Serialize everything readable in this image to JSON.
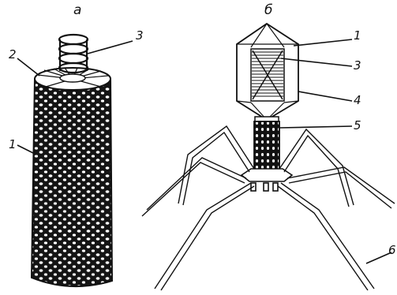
{
  "panels": {
    "left": {
      "title": "а",
      "labels": {
        "capsid_outer": "1",
        "capsid_top": "2",
        "nucleic_acid": "3"
      }
    },
    "right": {
      "title": "б",
      "labels": {
        "head_edge": "1",
        "nucleic_acid": "3",
        "head_capsid": "4",
        "tail": "5",
        "tail_fiber": "6"
      }
    }
  }
}
